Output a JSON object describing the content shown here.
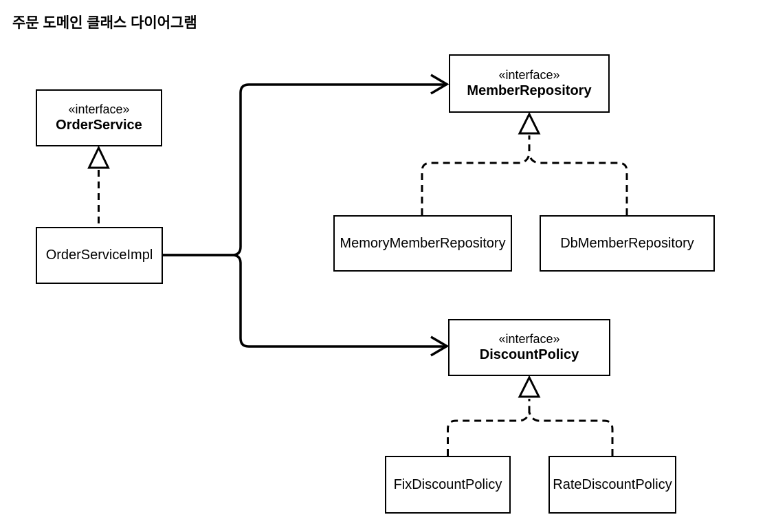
{
  "title": "주문 도메인 클래스 다이어그램",
  "nodes": {
    "order_service": {
      "stereotype": "«interface»",
      "name": "OrderService"
    },
    "order_service_impl": {
      "name": "OrderServiceImpl"
    },
    "member_repository": {
      "stereotype": "«interface»",
      "name": "MemberRepository"
    },
    "memory_member_repository": {
      "name": "MemoryMemberRepository"
    },
    "db_member_repository": {
      "name": "DbMemberRepository"
    },
    "discount_policy": {
      "stereotype": "«interface»",
      "name": "DiscountPolicy"
    },
    "fix_discount_policy": {
      "name": "FixDiscountPolicy"
    },
    "rate_discount_policy": {
      "name": "RateDiscountPolicy"
    }
  },
  "edges": [
    {
      "from": "OrderServiceImpl",
      "to": "OrderService",
      "type": "realization"
    },
    {
      "from": "OrderServiceImpl",
      "to": "MemberRepository",
      "type": "dependency"
    },
    {
      "from": "OrderServiceImpl",
      "to": "DiscountPolicy",
      "type": "dependency"
    },
    {
      "from": "MemoryMemberRepository",
      "to": "MemberRepository",
      "type": "realization"
    },
    {
      "from": "DbMemberRepository",
      "to": "MemberRepository",
      "type": "realization"
    },
    {
      "from": "FixDiscountPolicy",
      "to": "DiscountPolicy",
      "type": "realization"
    },
    {
      "from": "RateDiscountPolicy",
      "to": "DiscountPolicy",
      "type": "realization"
    }
  ],
  "colors": {
    "line": "#000000",
    "background": "#ffffff",
    "box_fill": "#ffffff",
    "text": "#000000"
  }
}
